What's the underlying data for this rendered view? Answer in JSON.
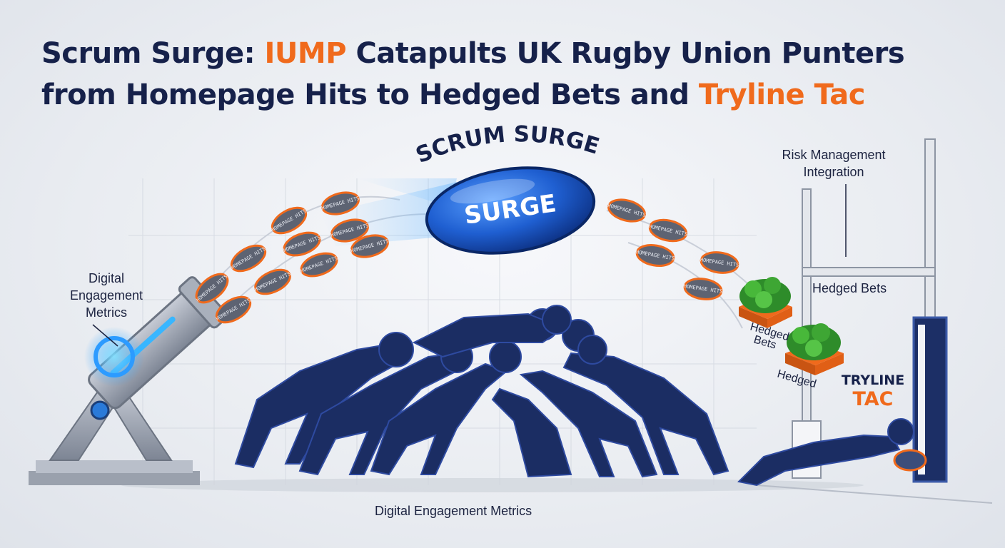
{
  "headline": {
    "line1_a": "Scrum Surge: ",
    "line1_b": "IUMP",
    "line1_c": " Catapults UK Rugby Union Punters",
    "line2_a": "from Homepage Hits to Hedged Bets and ",
    "line2_b": "Tryline Tac"
  },
  "banner": {
    "arc_text": "SCRUM SURGE",
    "ball_text": "SURGE"
  },
  "labels": {
    "digital_left_1": "Digital",
    "digital_left_2": "Engagement",
    "digital_left_3": "Metrics",
    "risk_1": "Risk Management",
    "risk_2": "Integration",
    "hedged_bets": "Hedged Bets",
    "hedged_bets_tilted_1": "Hedged",
    "hedged_bets_tilted_2": "Bets",
    "hedged_tilted": "Hedged",
    "tryline_1": "TRYLINE",
    "tryline_2": "TAC",
    "bottom_caption": "Digital Engagement Metrics"
  },
  "ball_label": "HOMEPAGE HITS",
  "colors": {
    "navy": "#16214a",
    "orange": "#f06a1c",
    "blue": "#1f5fd1",
    "silhouette": "#1b2d63"
  }
}
